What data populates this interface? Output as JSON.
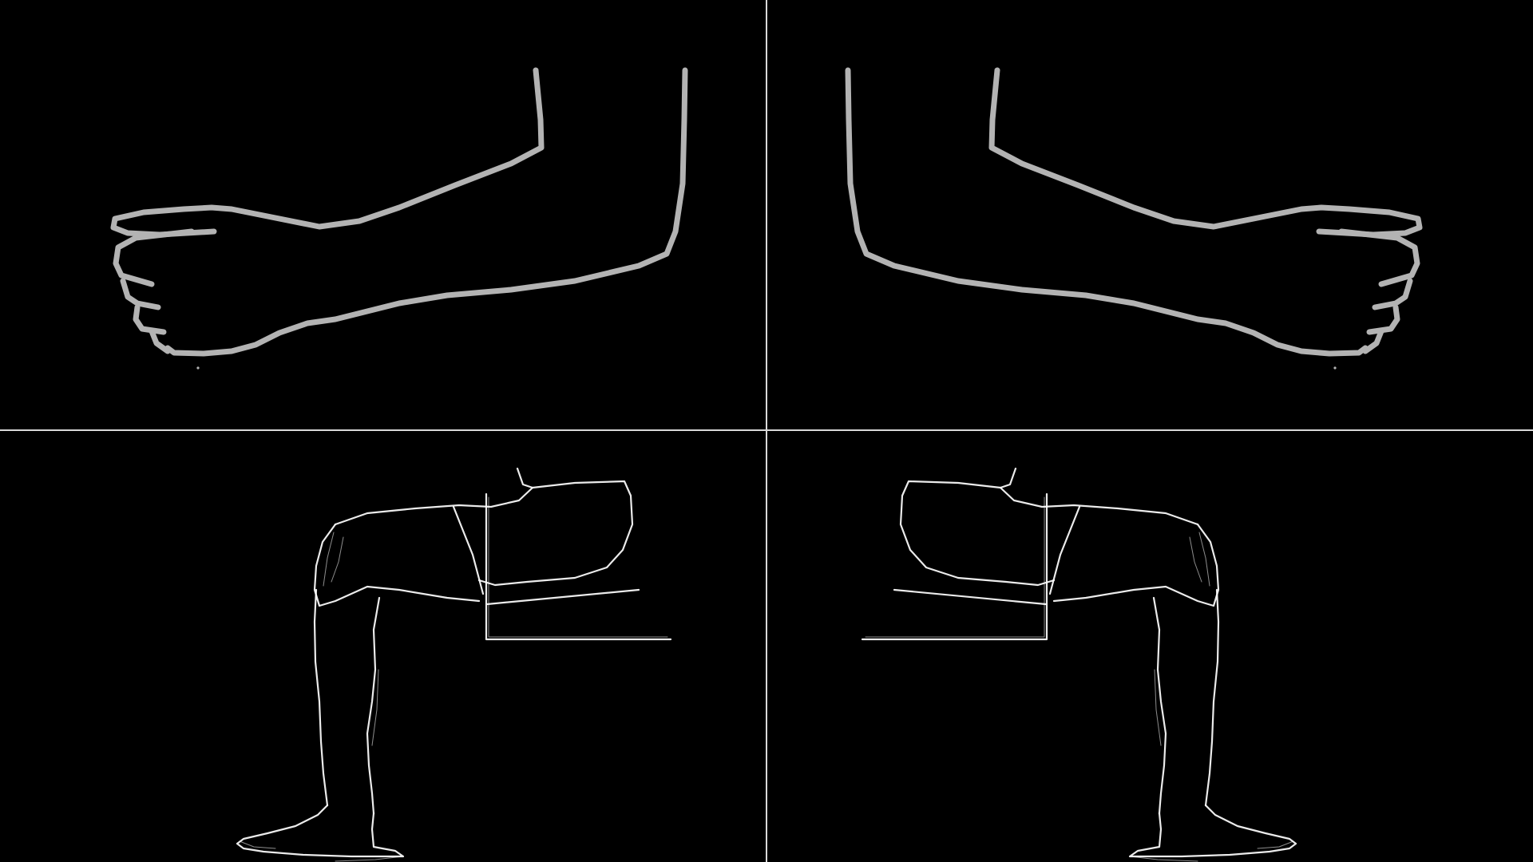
{
  "colors": {
    "background": "#000000",
    "divider": "#d9d9d9",
    "arm_outline": "#b3b3b3",
    "leg_outline": "#ffffff"
  },
  "panels": [
    {
      "name": "arm-left"
    },
    {
      "name": "arm-right"
    },
    {
      "name": "leg-left"
    },
    {
      "name": "leg-right"
    }
  ]
}
